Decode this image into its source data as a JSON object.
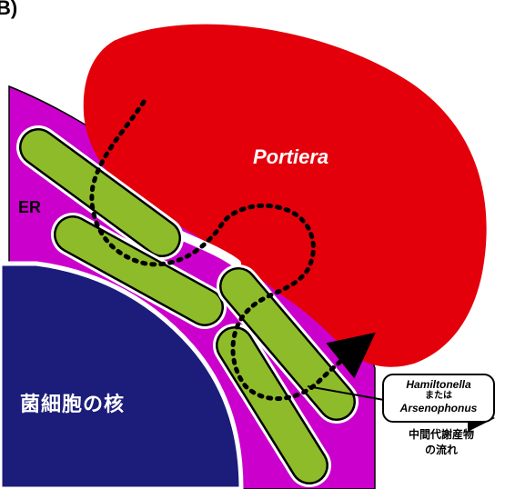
{
  "panel_label": "B)",
  "labels": {
    "portiera": "Portiera",
    "er": "ER",
    "nucleus": "菌細胞の核"
  },
  "callout": {
    "line1": "Hamiltonella",
    "line2": "または",
    "line3": "Arsenophonus"
  },
  "legend": {
    "line1": "中間代謝産物",
    "line2": "の流れ"
  },
  "colors": {
    "portiera": "#e3000b",
    "er": "#cc00cc",
    "nucleus": "#1c1c7a",
    "bacteria": "#8dbb2a",
    "outline": "#000000",
    "membrane": "#ffffff"
  }
}
